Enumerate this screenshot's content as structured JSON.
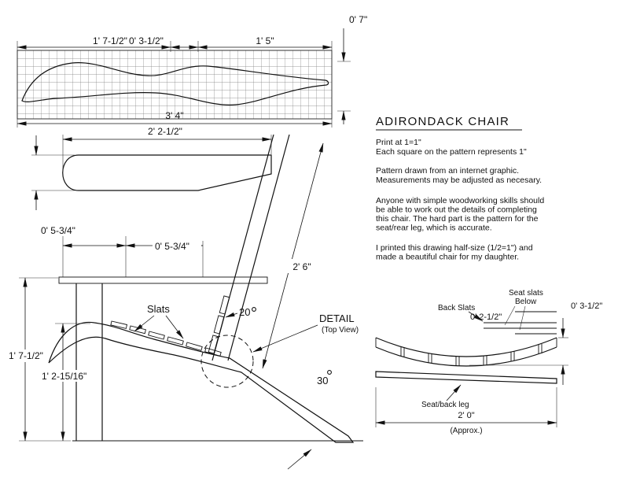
{
  "title_block": {
    "title": "ADIRONDACK CHAIR",
    "notes": [
      "Print at 1=1\"",
      "Each square on the pattern represents 1\"",
      "Pattern drawn from an internet graphic.",
      "Measurements may be adjusted as necesary.",
      "Anyone with simple woodworking skills should",
      "be able to work out the details of completing",
      "this chair. The hard part is the pattern for the",
      "seat/rear leg, which is accurate.",
      "I printed this drawing half-size (1/2=1\") and",
      "made a beautiful chair for my daughter."
    ]
  },
  "pattern_view": {
    "dim_a": "1' 7-1/2\"",
    "dim_b": "0' 3-1/2\"",
    "dim_c": "1' 5\"",
    "dim_total": "3' 4\"",
    "dim_height": "0' 7\""
  },
  "arm_view": {
    "dim_length": "2' 2-1/2\"",
    "dim_back_leg": "2' 6\"",
    "dim_spacing_1": "0' 5-3/4\"",
    "dim_spacing_2": "0' 5-3/4\""
  },
  "side_view": {
    "label_slats": "Slats",
    "angle_back": "20",
    "label_detail": "DETAIL",
    "label_detail_sub": "(Top View)",
    "dim_height": "1' 7-1/2\"",
    "dim_seat_front": "1' 2-15/16\"",
    "angle_rear_leg": "30"
  },
  "detail_view": {
    "label_seat_slats_line1": "Seat slats",
    "label_seat_slats_line2": "Below",
    "label_back_slats": "Back Slats",
    "dim_slat_width": "0' 2-1/2\"",
    "dim_sag": "0' 3-1/2\"",
    "label_leg": "Seat/back leg",
    "dim_width": "2' 0\"",
    "dim_width_qualifier": "(Approx.)"
  }
}
